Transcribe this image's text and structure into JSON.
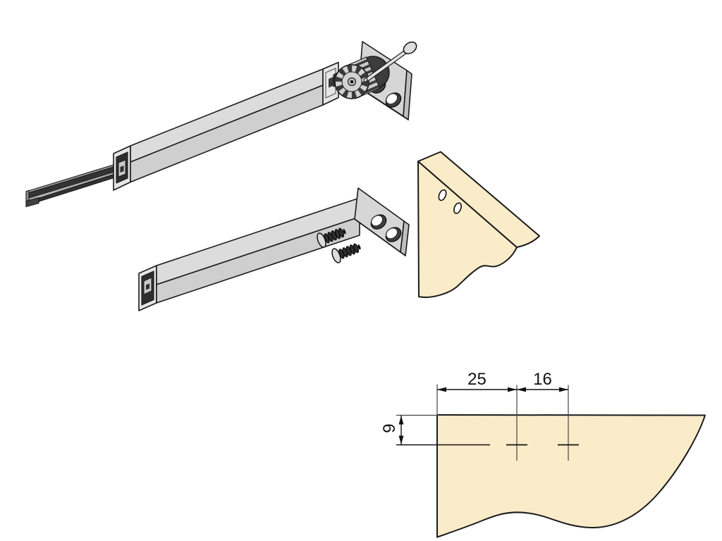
{
  "drawing": {
    "type": "furniture-rail-assembly-instruction",
    "dimensions": {
      "edge_to_first_hole": "25",
      "hole_to_hole": "16",
      "top_edge_to_hole_center": "9"
    },
    "colors": {
      "line": "#1a1a1a",
      "metal_end": "#e6e6e6",
      "metal_top": "#dcdcdc",
      "metal_front": "#cfcfcf",
      "plate": "#d6d6d6",
      "plate_side": "#bfbfbf",
      "plate_bottom": "#c4c4c4",
      "dark": "#2e2e2e",
      "gear_face": "#d2d2d2",
      "wood": "#faecc9",
      "background": "#ffffff"
    }
  }
}
